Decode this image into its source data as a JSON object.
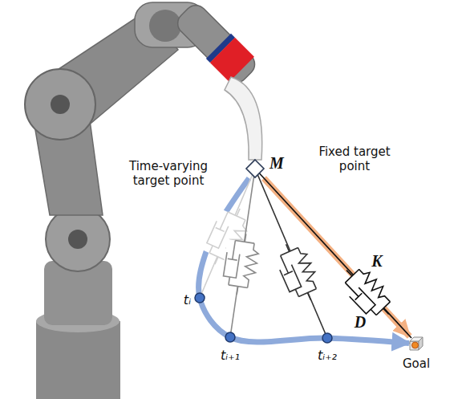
{
  "diagram": {
    "nodes": [
      {
        "text": [
          "M"
        ]
      },
      {
        "text": [
          "Goal"
        ]
      }
    ],
    "edges": [
      {
        "from": 0,
        "to": 1,
        "arrow": "to"
      },
      {
        "from": 0,
        "to": 1,
        "arrow": "to"
      }
    ],
    "labels": [
      "Time-varying target point",
      "Fixed target point",
      "K",
      "D",
      "tᵢ",
      "tᵢ₊₁",
      "tᵢ₊₂"
    ]
  }
}
